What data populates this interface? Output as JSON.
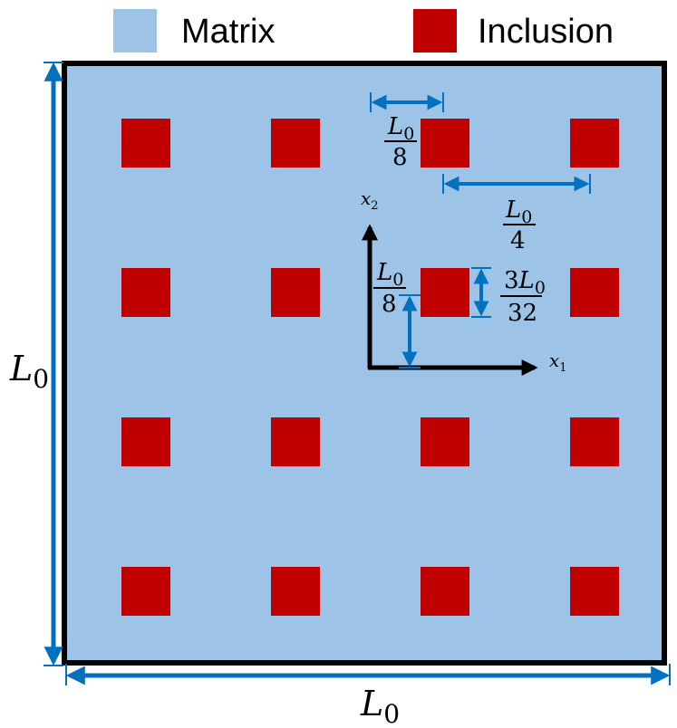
{
  "colors": {
    "matrix": "#9dc3e6",
    "inclusion": "#c00000",
    "dimension": "#0070c0",
    "axis": "#000000",
    "border": "#000000"
  },
  "legend": {
    "matrix_label": "Matrix",
    "inclusion_label": "Inclusion"
  },
  "grid": {
    "rows": 4,
    "cols": 4
  },
  "dimensions": {
    "side_label_var": "L",
    "side_label_sub": "0",
    "inclusion_width": {
      "num_var": "L",
      "num_sub": "0",
      "den": "8"
    },
    "spacing": {
      "num_var": "L",
      "num_sub": "0",
      "den": "4"
    },
    "offset_x2": {
      "num_var": "L",
      "num_sub": "0",
      "den": "8"
    },
    "half_height": {
      "num_coef": "3",
      "num_var": "L",
      "num_sub": "0",
      "den": "32"
    }
  },
  "axes": {
    "x1_var": "x",
    "x1_sub": "1",
    "x2_var": "x",
    "x2_sub": "2"
  }
}
